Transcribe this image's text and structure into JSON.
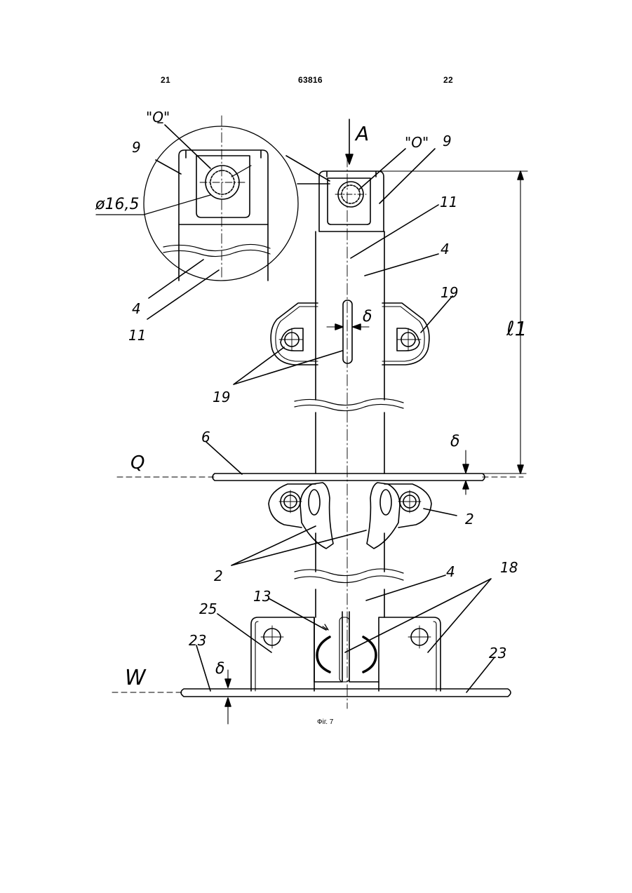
{
  "header": {
    "left_page": "21",
    "patent_number": "63816",
    "right_page": "22"
  },
  "labels": {
    "detail_marker": "\"O\"",
    "view_arrow": "A",
    "diameter": "ø16,5",
    "length": "ℓ1",
    "gap": "δ",
    "plane_q": "Q",
    "plane_w": "W",
    "part_9": "9",
    "part_4": "4",
    "part_11": "11",
    "part_19": "19",
    "part_6": "6",
    "part_2": "2",
    "part_13": "13",
    "part_25": "25",
    "part_23": "23",
    "part_18": "18"
  },
  "caption": "Фіг. 7"
}
